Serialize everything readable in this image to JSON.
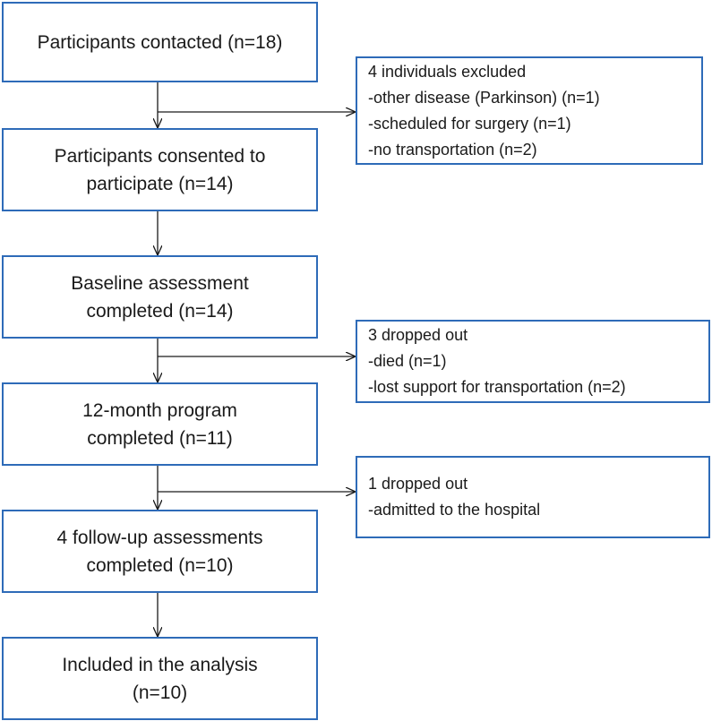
{
  "main_boxes": [
    {
      "lines": [
        "Participants contacted (n=18)"
      ]
    },
    {
      "lines": [
        "Participants consented to",
        "participate (n=14)"
      ]
    },
    {
      "lines": [
        "Baseline assessment",
        "completed (n=14)"
      ]
    },
    {
      "lines": [
        "12-month program",
        "completed (n=11)"
      ]
    },
    {
      "lines": [
        "4 follow-up assessments",
        "completed (n=10)"
      ]
    },
    {
      "lines": [
        "Included in the analysis",
        "(n=10)"
      ]
    }
  ],
  "side_boxes": [
    {
      "lines": [
        "4 individuals excluded",
        "-other disease (Parkinson) (n=1)",
        "-scheduled for surgery (n=1)",
        "-no transportation (n=2)"
      ]
    },
    {
      "lines": [
        "3 dropped out",
        "-died (n=1)",
        "-lost support for transportation (n=2)"
      ]
    },
    {
      "lines": [
        "1 dropped out",
        "-admitted to the hospital"
      ]
    }
  ],
  "colors": {
    "box_border": "#2e6bb8",
    "connector": "#1a1a1a",
    "text": "#1a1a1a",
    "background": "#ffffff"
  }
}
